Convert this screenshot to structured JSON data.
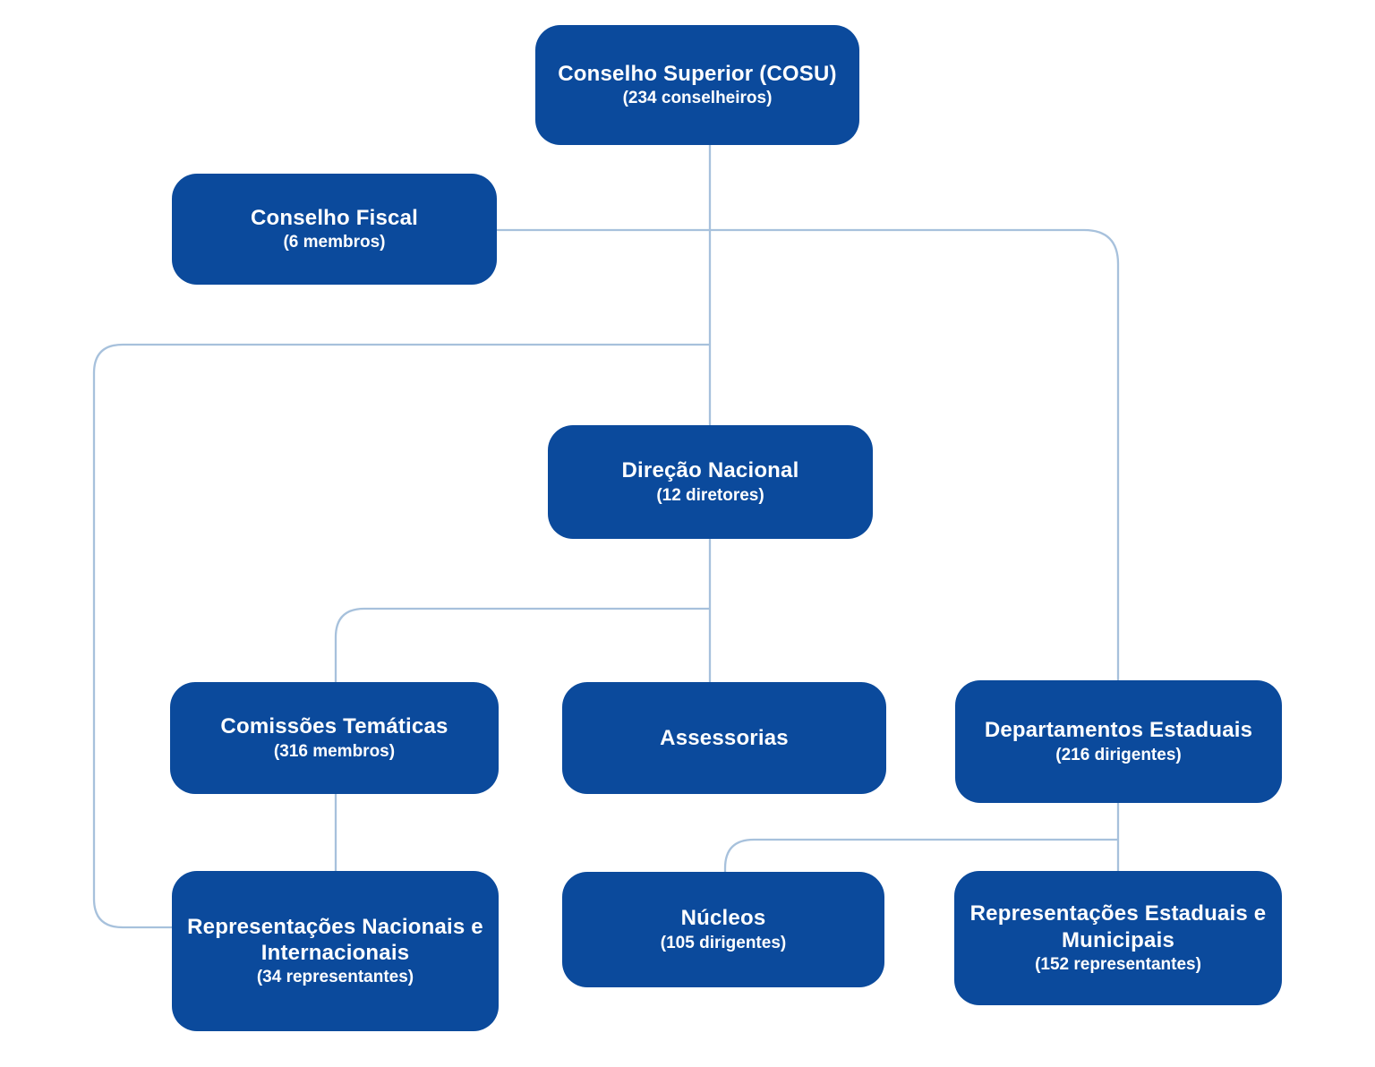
{
  "diagram": {
    "type": "org-chart",
    "colors": {
      "box": "#0b4a9c",
      "text": "#ffffff",
      "line": "#a7c1dc",
      "background": "#ffffff"
    },
    "nodes": [
      {
        "id": "conselho-superior",
        "title": "Conselho Superior (COSU)",
        "subtitle": "(234 conselheiros)"
      },
      {
        "id": "conselho-fiscal",
        "title": "Conselho Fiscal",
        "subtitle": "(6 membros)"
      },
      {
        "id": "direcao-nacional",
        "title": "Direção Nacional",
        "subtitle": "(12 diretores)"
      },
      {
        "id": "comissoes-tematicas",
        "title": "Comissões Temáticas",
        "subtitle": "(316 membros)"
      },
      {
        "id": "assessorias",
        "title": "Assessorias",
        "subtitle": ""
      },
      {
        "id": "departamentos-estaduais",
        "title": "Departamentos Estaduais",
        "subtitle": "(216 dirigentes)"
      },
      {
        "id": "representacoes-nacionais",
        "title": "Representações Nacionais e Internacionais",
        "subtitle": "(34 representantes)"
      },
      {
        "id": "nucleos",
        "title": "Núcleos",
        "subtitle": "(105 dirigentes)"
      },
      {
        "id": "representacoes-estaduais",
        "title": "Representações Estaduais e Municipais",
        "subtitle": "(152 representantes)"
      }
    ]
  }
}
